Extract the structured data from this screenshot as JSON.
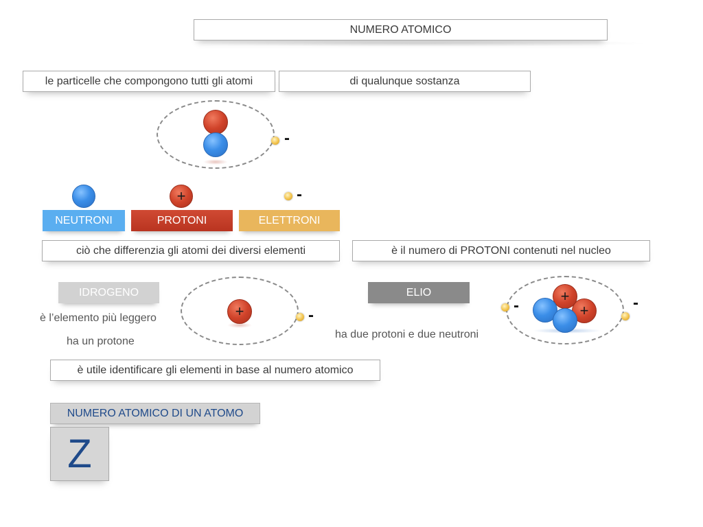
{
  "title": "NUMERO ATOMICO",
  "intro": {
    "left": "le particelle che compongono tutti gli atomi",
    "right": "di qualunque sostanza"
  },
  "particles": {
    "neutron_label": "NEUTRONI",
    "proton_label": "PROTONI",
    "electron_label": "ELETTRONI",
    "plus_sign": "+",
    "minus_sign": "-"
  },
  "definition": {
    "left": "ciò che differenzia gli atomi dei diversi elementi",
    "right": "è il numero di PROTONI contenuti nel nucleo"
  },
  "hydrogen": {
    "label": "IDROGENO",
    "line1": "è l’elemento più leggero",
    "line2": "ha un protone"
  },
  "helium": {
    "label": "ELIO",
    "line1": "ha due protoni e due neutroni"
  },
  "identify": "è utile identificare gli elementi in base al numero atomico",
  "atomic_number": {
    "label": "NUMERO ATOMICO DI UN ATOMO",
    "symbol": "Z"
  },
  "colors": {
    "neutron": "#5aaef0",
    "proton": "#c9402a",
    "electron": "#e9b65c",
    "hydrogen_label": "#d0d0d0",
    "helium_label": "#8a8a8a",
    "z_text": "#1f4a8a"
  }
}
